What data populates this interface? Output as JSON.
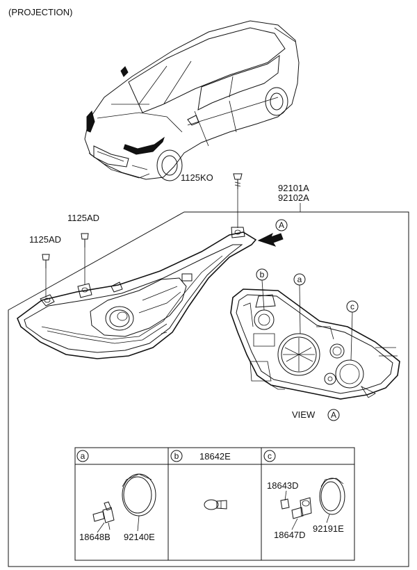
{
  "header": {
    "title": "(PROJECTION)"
  },
  "parts": {
    "bolt_top": "1125KO",
    "assembly_lh": "92101A",
    "assembly_rh": "92102A",
    "screw_upper": "1125AD",
    "screw_lower": "1125AD"
  },
  "view": {
    "arrow_marker": "A",
    "view_label": "VIEW",
    "view_marker": "A",
    "callout_a": "a",
    "callout_b": "b",
    "callout_c": "c"
  },
  "table": {
    "col_a": {
      "marker": "a",
      "parts": [
        "18648B",
        "92140E"
      ]
    },
    "col_b": {
      "marker": "b",
      "header_part": "18642E"
    },
    "col_c": {
      "marker": "c",
      "parts": [
        "18643D",
        "18647D",
        "92191E"
      ]
    }
  }
}
